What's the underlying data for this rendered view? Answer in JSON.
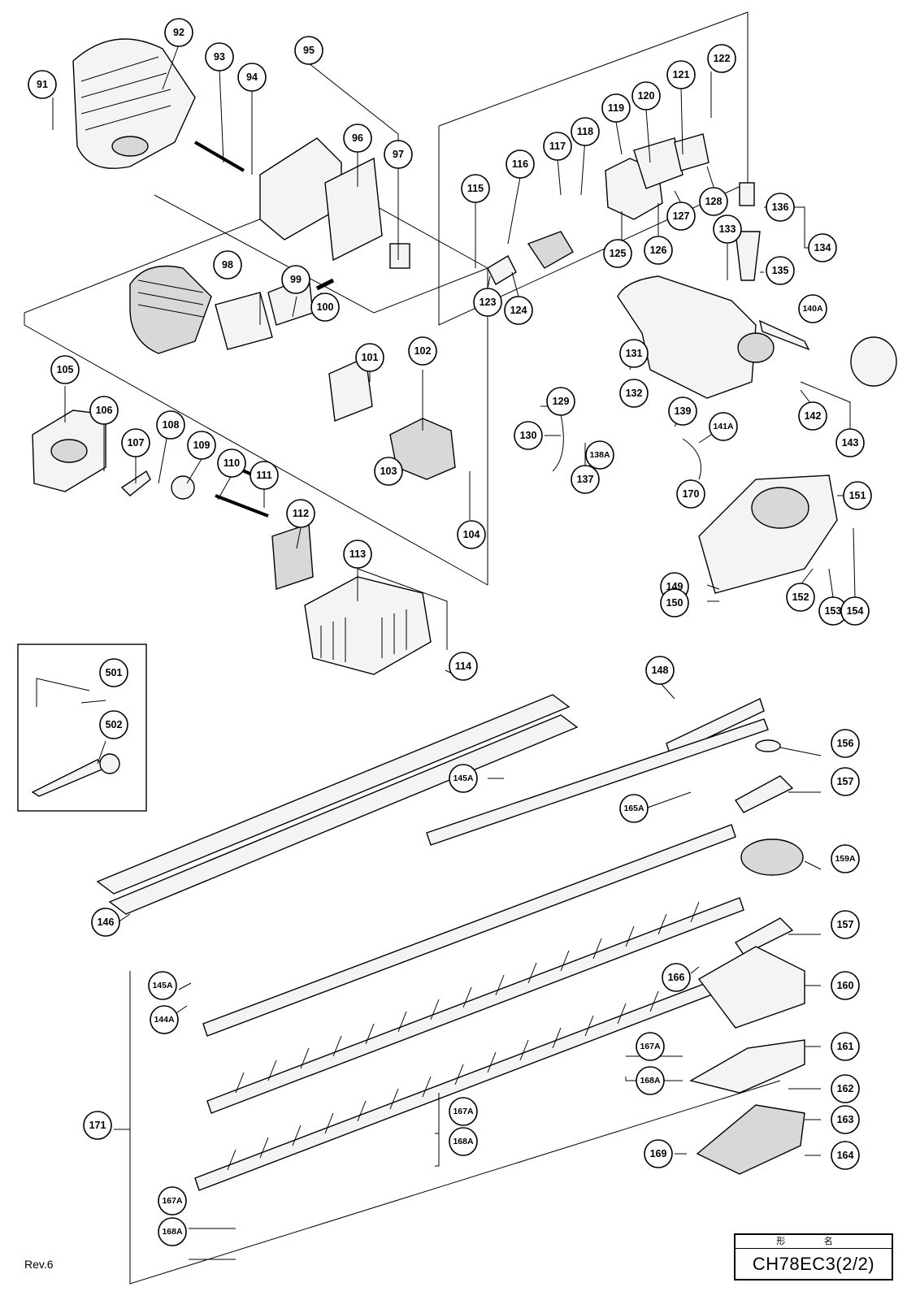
{
  "revision": "Rev.6",
  "model": {
    "header": "形 名",
    "name": "CH78EC3(2/2)"
  },
  "part_numbers": [
    "91",
    "92",
    "93",
    "94",
    "95",
    "96",
    "97",
    "98",
    "99",
    "100",
    "101",
    "102",
    "103",
    "104",
    "105",
    "106",
    "107",
    "108",
    "109",
    "110",
    "111",
    "112",
    "113",
    "114",
    "115",
    "116",
    "117",
    "118",
    "119",
    "120",
    "121",
    "122",
    "123",
    "124",
    "125",
    "126",
    "127",
    "128",
    "129",
    "130",
    "131",
    "132",
    "133",
    "134",
    "135",
    "136",
    "137",
    "138A",
    "139",
    "140A",
    "141A",
    "142",
    "143",
    "144A",
    "145A",
    "145A",
    "146",
    "148",
    "149",
    "150",
    "151",
    "152",
    "153",
    "154",
    "156",
    "157",
    "157",
    "159A",
    "160",
    "161",
    "162",
    "163",
    "164",
    "165A",
    "166",
    "167A",
    "167A",
    "167A",
    "168A",
    "168A",
    "168A",
    "169",
    "170",
    "171",
    "501",
    "502"
  ]
}
